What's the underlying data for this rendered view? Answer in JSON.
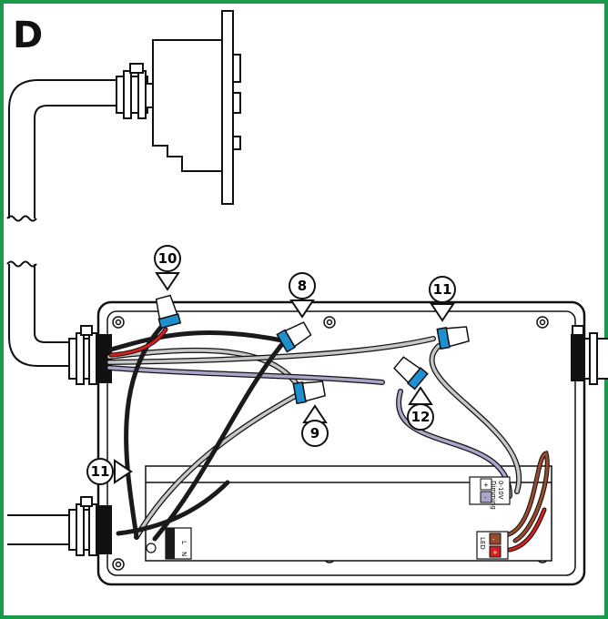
{
  "panel": {
    "letter": "D",
    "border_color": "#1a9a4a"
  },
  "callouts": [
    {
      "id": "10",
      "label": "10"
    },
    {
      "id": "8",
      "label": "8"
    },
    {
      "id": "11a",
      "label": "11"
    },
    {
      "id": "9",
      "label": "9"
    },
    {
      "id": "12",
      "label": "12"
    },
    {
      "id": "11b",
      "label": "11"
    }
  ],
  "terminals": {
    "dimming": {
      "plus": "+",
      "minus": "-",
      "label": "0-10V\nDimming"
    },
    "led": {
      "minus": "-",
      "plus": "+",
      "label": "LED"
    },
    "power": {
      "l": "L",
      "n": "N"
    }
  },
  "colors": {
    "wire_black": "#1a1a1a",
    "wire_gray": "#b0b0b0",
    "wire_purple": "#a9a6c9",
    "wire_red": "#d21f1f",
    "wire_brown": "#9a4a2a",
    "wire_nut": "#1e90d0"
  }
}
